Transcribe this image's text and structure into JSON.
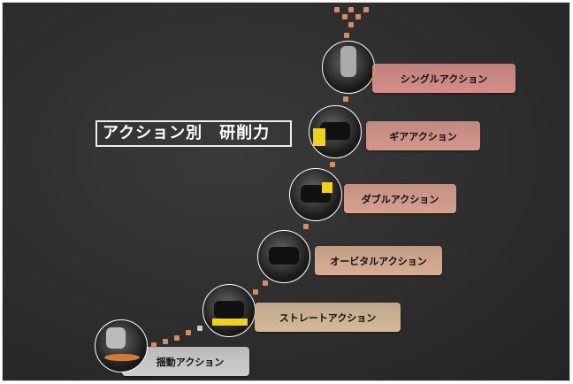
{
  "title": "アクション別　研削力",
  "actions": [
    {
      "label": "シングルアクション",
      "color": "#d58e88"
    },
    {
      "label": "ギアアクション",
      "color": "#d6968c"
    },
    {
      "label": "ダブルアクション",
      "color": "#d8a090"
    },
    {
      "label": "オービタルアクション",
      "color": "#d8ae92"
    },
    {
      "label": "ストレートアクション",
      "color": "#d5ba98"
    },
    {
      "label": "揺動アクション",
      "color": "#cfcfcf"
    }
  ]
}
